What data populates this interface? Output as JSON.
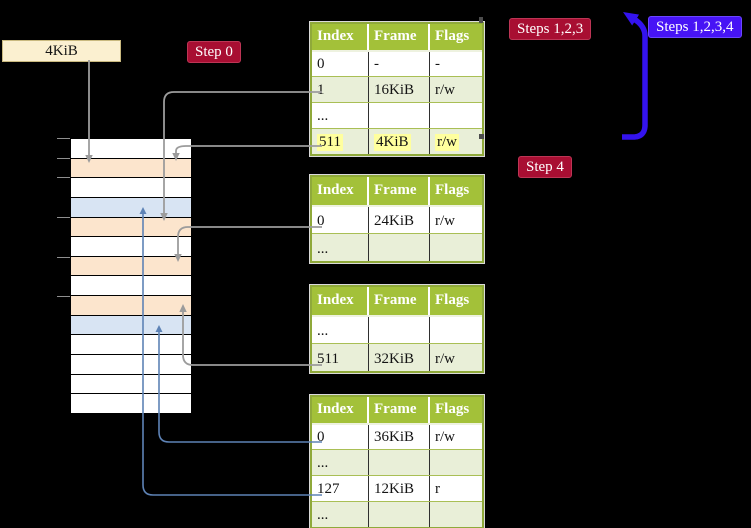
{
  "labels": {
    "page_size": "4KiB",
    "step0": "Step 0",
    "steps123": "Steps 1,2,3",
    "steps1234": "Steps 1,2,3,4",
    "step4": "Step 4"
  },
  "tables": [
    {
      "columns": [
        "Index",
        "Frame",
        "Flags"
      ],
      "rows": [
        [
          "0",
          "-",
          "-"
        ],
        [
          "1",
          "16KiB",
          "r/w"
        ],
        [
          "...",
          "",
          ""
        ],
        [
          "511",
          "4KiB",
          "r/w"
        ]
      ],
      "highlight_row": 3
    },
    {
      "columns": [
        "Index",
        "Frame",
        "Flags"
      ],
      "rows": [
        [
          "0",
          "24KiB",
          "r/w"
        ],
        [
          "...",
          "",
          ""
        ]
      ],
      "highlight_row": -1
    },
    {
      "columns": [
        "Index",
        "Frame",
        "Flags"
      ],
      "rows": [
        [
          "...",
          "",
          ""
        ],
        [
          "511",
          "32KiB",
          "r/w"
        ]
      ],
      "highlight_row": -1
    },
    {
      "columns": [
        "Index",
        "Frame",
        "Flags"
      ],
      "rows": [
        [
          "0",
          "36KiB",
          "r/w"
        ],
        [
          "...",
          "",
          ""
        ],
        [
          "127",
          "12KiB",
          "r"
        ],
        [
          "...",
          "",
          ""
        ]
      ],
      "highlight_row": -1
    }
  ],
  "memory": {
    "rows": [
      "white",
      "peach",
      "white",
      "blue",
      "peach",
      "white",
      "peach",
      "white",
      "peach",
      "blue",
      "white",
      "white",
      "white",
      "white"
    ]
  },
  "colors": {
    "background": "#000000",
    "table_header_green": "#a3c139",
    "table_row_shade": "#e9efd8",
    "table_border": "#8fa93a",
    "highlight_yellow": "#ffff9e",
    "memory_peach": "#fce5cd",
    "memory_blue": "#d8e4f3",
    "memory_white": "#ffffff",
    "gray_arrow": "#9c9c9c",
    "thin_blue_arrow": "#5e83b6",
    "thick_blue_arrow": "#3413ee",
    "crimson_badge": "#a80e32",
    "blue_badge": "#4714f5",
    "label_cream": "#fbf0d0"
  }
}
